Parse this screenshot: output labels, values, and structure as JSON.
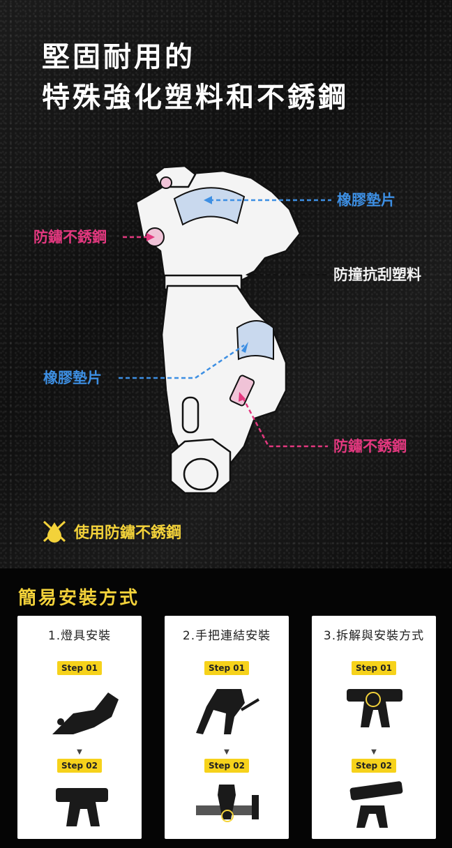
{
  "hero": {
    "title_line1": "堅固耐用的",
    "title_line2": "特殊強化塑料和不銹鋼",
    "labels": {
      "rubber_top": "橡膠墊片",
      "stainless_left": "防鏽不銹鋼",
      "plastic": "防撞抗刮塑料",
      "rubber_left": "橡膠墊片",
      "stainless_right": "防鏽不銹鋼"
    },
    "note": "使用防鏽不銹鋼"
  },
  "install": {
    "title": "簡易安裝方式",
    "cards": [
      {
        "title": "1.燈具安裝",
        "step1": "Step 01",
        "step2": "Step 02"
      },
      {
        "title": "2.手把連結安裝",
        "step1": "Step 01",
        "step2": "Step 02"
      },
      {
        "title": "3.拆解與安裝方式",
        "step1": "Step 01",
        "step2": "Step 02"
      }
    ]
  },
  "colors": {
    "blue": "#3d8fe3",
    "pink": "#e3387f",
    "yellow": "#f3d23a"
  }
}
